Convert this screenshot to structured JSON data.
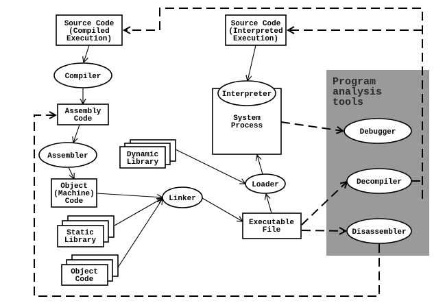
{
  "group": {
    "title_lines": [
      "Program",
      "analysis",
      "tools"
    ],
    "fill_color": "#9a9a9a"
  },
  "nodes": {
    "source_compiled": [
      "Source Code",
      "(Compiled",
      "Execution)"
    ],
    "source_interpreted": [
      "Source Code",
      "(Interpreted",
      "Execution)"
    ],
    "compiler": "Compiler",
    "assembly_code": [
      "Assembly",
      "Code"
    ],
    "assembler": "Assembler",
    "object_machine_code": [
      "Object",
      "(Machine)",
      "Code"
    ],
    "dynamic_library": [
      "Dynamic",
      "Library"
    ],
    "static_library": [
      "Static",
      "Library"
    ],
    "object_code": [
      "Object",
      "Code"
    ],
    "linker": "Linker",
    "loader": "Loader",
    "executable_file": [
      "Executable",
      "File"
    ],
    "interpreter": "Interpreter",
    "system_process": [
      "System",
      "Process"
    ],
    "debugger": "Debugger",
    "decompiler": "Decompiler",
    "disassembler": "Disassembler"
  }
}
